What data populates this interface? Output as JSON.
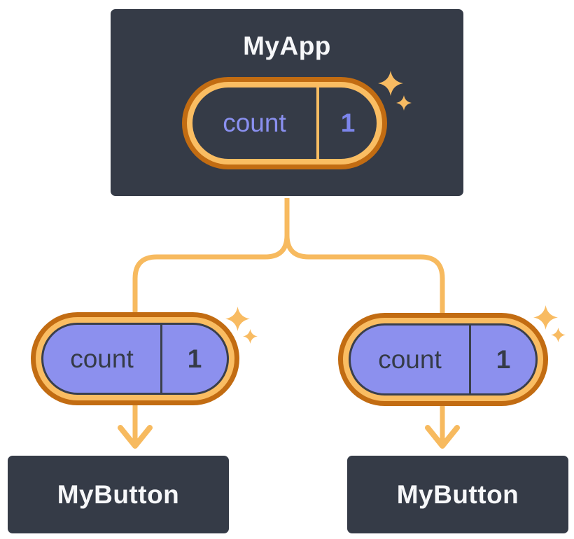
{
  "diagram": {
    "app": {
      "title": "MyApp",
      "state": {
        "label": "count",
        "value": "1"
      }
    },
    "children": [
      {
        "title": "MyButton",
        "state": {
          "label": "count",
          "value": "1"
        }
      },
      {
        "title": "MyButton",
        "state": {
          "label": "count",
          "value": "1"
        }
      }
    ]
  },
  "icons": {
    "sparkle": "sparkle-icon",
    "arrow": "arrow-down-icon"
  },
  "colors": {
    "background": "#ffffff",
    "node_fill": "#353b47",
    "node_border": "#ffffff",
    "node_text": "#f6f7f9",
    "pill_ring_outer": "#c26c12",
    "pill_ring_inner": "#fabd62",
    "pill_purple_fill": "#8c90ee",
    "pill_dark_outline": "#3a3f4b",
    "state_label_on_dark": "#8a90f0",
    "state_value_on_dark": "#7c85ec",
    "connector_line": "#f7ba5f",
    "sparkle": "#f8bb62"
  }
}
